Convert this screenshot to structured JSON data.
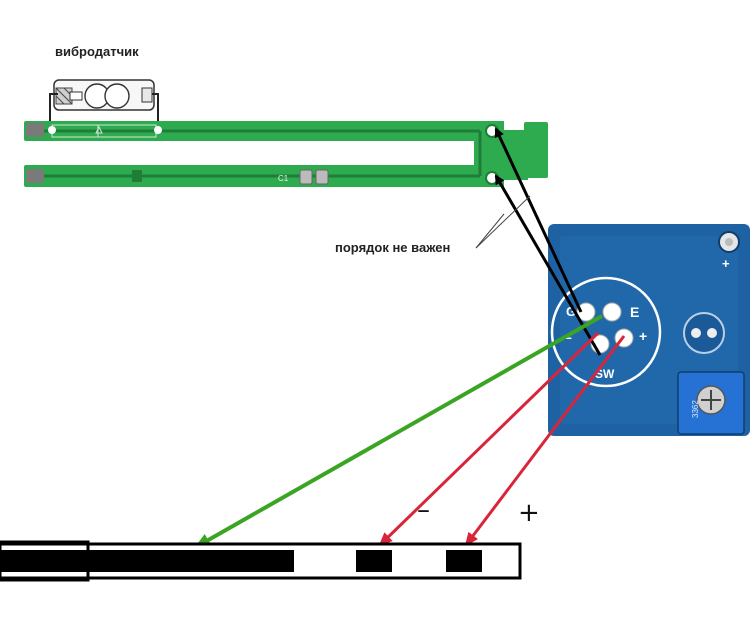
{
  "labels": {
    "sensor": "вибродатчик",
    "order_note": "порядок не важен",
    "minus": "–",
    "plus": "+",
    "board_plus": "+",
    "cap_marking": "C1"
  },
  "connector_pins": {
    "g": "G",
    "e": "E",
    "sw": "SW",
    "minus": "–",
    "plus": "+"
  },
  "pot_marking": "3362",
  "colors": {
    "pcb_green": "#2eab4f",
    "pcb_dark": "#1f7d38",
    "module_blue": "#1f62a3",
    "wire_black": "#000000",
    "wire_green": "#3aa523",
    "wire_red": "#d8253a"
  }
}
